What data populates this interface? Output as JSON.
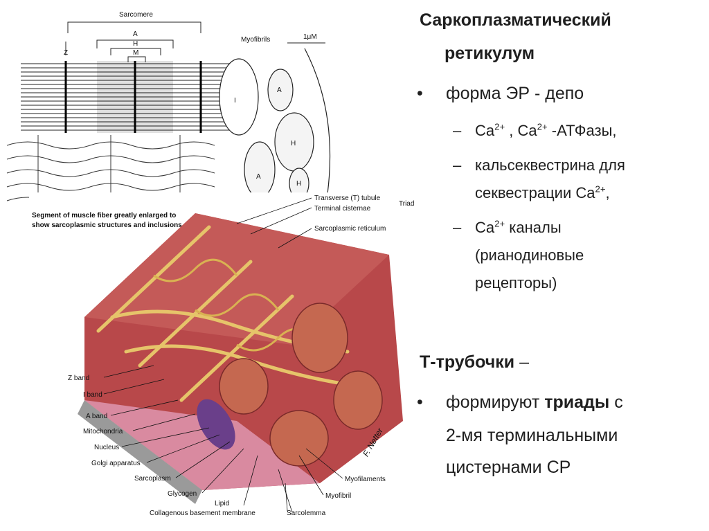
{
  "top_figure": {
    "labels": {
      "sarcomere": "Sarcomere",
      "a": "A",
      "h": "H",
      "m": "M",
      "z": "Z",
      "myofibrils": "Myofibrils",
      "scale": "1μM",
      "i_label": "I",
      "a_label": "A",
      "h_label": "H",
      "a_lower": "A",
      "h_lower": "H"
    }
  },
  "bottom_figure": {
    "caption_line1": "Segment of muscle fiber greatly enlarged to",
    "caption_line2": "show sarcoplasmic structures and inclusions",
    "labels_right": {
      "transverse_tubule": "Transverse (T) tubule",
      "terminal_cisternae": "Terminal cisternae",
      "triad": "Triad",
      "sarcoplasmic_reticulum": "Sarcoplasmic reticulum"
    },
    "labels_left": {
      "z_band": "Z band",
      "i_band": "I band",
      "a_band": "A band",
      "mitochondria": "Mitochondria",
      "nucleus": "Nucleus",
      "golgi": "Golgi apparatus",
      "sarcoplasm": "Sarcoplasm",
      "glycogen": "Glycogen",
      "lipid": "Lipid",
      "basement_membrane": "Collagenous basement membrane"
    },
    "labels_bottom_right": {
      "myofilaments": "Myofilaments",
      "myofibril": "Myofibril",
      "sarcolemma": "Sarcolemma"
    },
    "signature": "F. Netter"
  },
  "text": {
    "title_line1": "Саркоплазматический",
    "title_line2": "ретикулум",
    "bullet1": "форма ЭР  - депо",
    "sub1_a": "Ca",
    "sub1_sup_a": "2+",
    "sub1_b": " , Ca",
    "sub1_sup_b": "2+",
    "sub1_c": " -АТФазы,",
    "sub2_line1": "кальсеквестрина для",
    "sub2_line2": "секвестрации Ca",
    "sub2_sup": "2+",
    "sub2_end": ",",
    "sub3_a": "Ca",
    "sub3_sup": "2+",
    "sub3_b": " каналы",
    "sub3_line2": "(рианодиновые",
    "sub3_line3": "рецепторы)",
    "t_heading": "Т-трубочки",
    "t_dash": " –",
    "bullet2_a": "формируют ",
    "bullet2_bold": "триады",
    "bullet2_b": " с",
    "bullet2_line2": "2-мя терминальными",
    "bullet2_line3": "цистернами СР"
  },
  "colors": {
    "muscle_red": "#b8484a",
    "reticulum_yellow": "#e6c46a",
    "sarcolemma_pink": "#d98aa0",
    "nucleus_purple": "#6a3f8a"
  }
}
